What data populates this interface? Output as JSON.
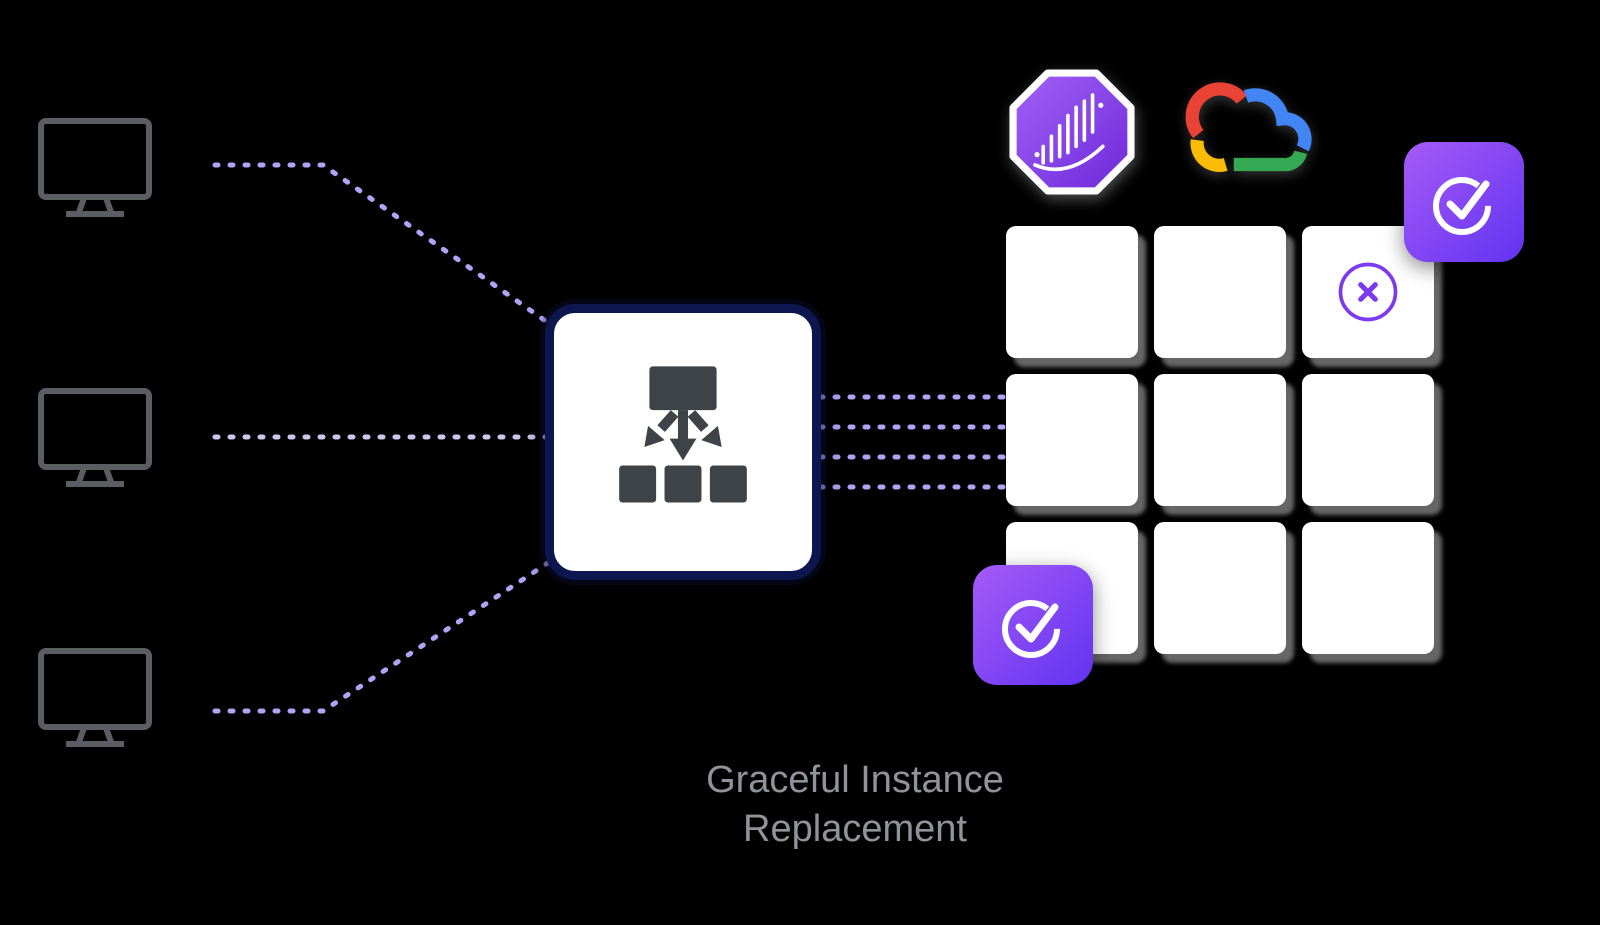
{
  "title": {
    "line1": "Graceful Instance",
    "line2": "Replacement"
  },
  "colors": {
    "background": "#000000",
    "accent_purple": "#7c3aed",
    "dash_line": "#b4a2f6",
    "badge_gradient_start": "#a55bf8",
    "badge_gradient_end": "#6233f0",
    "box_border": "#0d164e",
    "monitor_stroke": "#5a5e63",
    "lb_icon_fill": "#3e4347",
    "cell_shadow_gray": "#787878",
    "caption_text": "#8f9499",
    "google_red": "#EA4335",
    "google_blue": "#4285F4",
    "google_green": "#34A853",
    "google_yellow": "#FBBC05",
    "error_circle": "#7c3aed"
  },
  "clients": [
    {
      "name": "client-1"
    },
    {
      "name": "client-2"
    },
    {
      "name": "client-3"
    }
  ],
  "load_balancer": {
    "icon": "load-balancer-icon"
  },
  "instances": [
    {
      "status": "ok"
    },
    {
      "status": "ok"
    },
    {
      "status": "terminating"
    },
    {
      "status": "ok"
    },
    {
      "status": "ok"
    },
    {
      "status": "ok"
    },
    {
      "status": "ok"
    },
    {
      "status": "ok"
    },
    {
      "status": "ok"
    }
  ],
  "badges": [
    {
      "type": "check",
      "position": "top-right"
    },
    {
      "type": "check",
      "position": "bottom-left"
    }
  ],
  "logos": [
    {
      "name": "octagon-streaks-logo"
    },
    {
      "name": "google-cloud-logo"
    }
  ]
}
